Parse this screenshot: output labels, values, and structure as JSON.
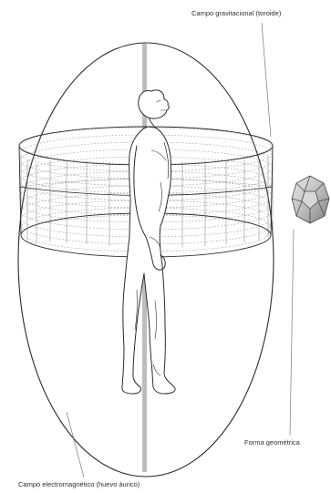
{
  "labels": {
    "toroid": "Campo gravitacional (toroide)",
    "geometric": "Forma geométrica",
    "aura": "Campo electromagnético (huevo áurico)"
  },
  "icons": {
    "figure": "human-figure-icon",
    "polyhedron": "dodecahedron-icon"
  },
  "colors": {
    "line": "#2b2b2b",
    "axis": "#bdbdbd",
    "fill": "#ffffff",
    "shape": "#9e9e9e"
  }
}
